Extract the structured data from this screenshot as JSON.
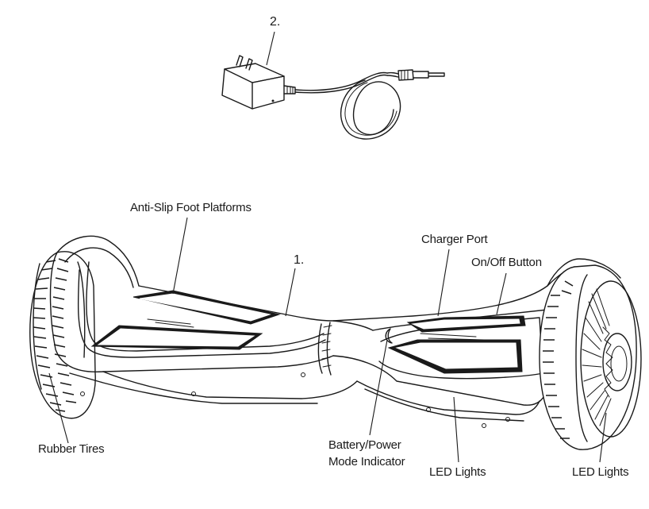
{
  "callouts": {
    "item_1": "1.",
    "item_2": "2."
  },
  "labels": {
    "anti_slip": "Anti-Slip Foot Platforms",
    "charger_port": "Charger Port",
    "on_off": "On/Off Button",
    "rubber_tires": "Rubber Tires",
    "battery_line1": "Battery/Power",
    "battery_line2": "Mode Indicator",
    "led_center": "LED Lights",
    "led_right": "LED Lights"
  },
  "icons": {
    "charger": "ac-adapter-icon",
    "board": "hoverboard-icon"
  }
}
